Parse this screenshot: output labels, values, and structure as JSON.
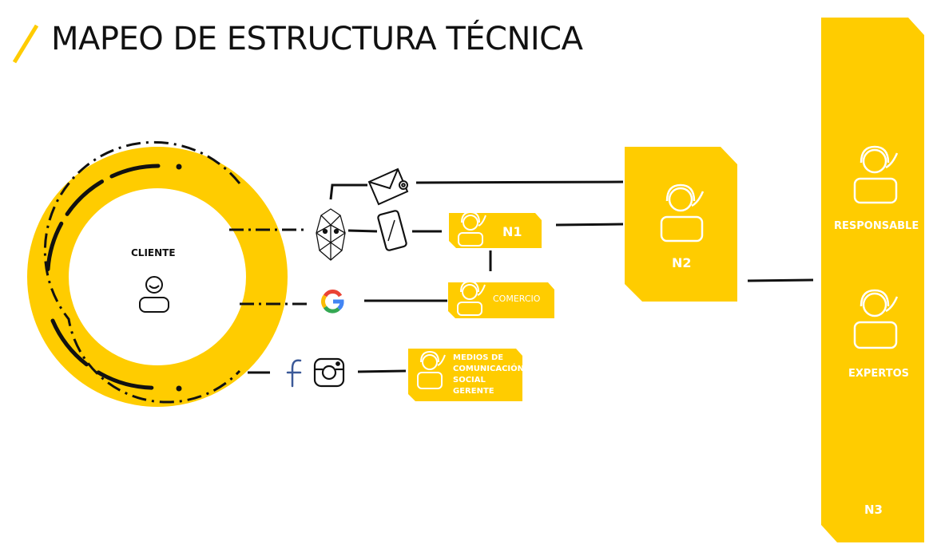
{
  "title": "MAPEO DE ESTRUCTURA TÉCNICA",
  "colors": {
    "accent": "#ffcc00",
    "line": "#111111",
    "label_light": "#ffffff"
  },
  "nodes": {
    "cliente": {
      "label": "CLIENTE",
      "icon": "person-icon"
    },
    "n1": {
      "label": "N1",
      "icon": "headset-agent-icon"
    },
    "comercio": {
      "label": "COMERCIO",
      "icon": "headset-agent-icon"
    },
    "medios": {
      "lines": [
        "MEDIOS DE",
        "COMUNICACIÓN",
        "SOCIAL",
        "GERENTE"
      ],
      "icon": "headset-agent-icon"
    },
    "n2": {
      "label": "N2",
      "icon": "headset-agent-icon"
    },
    "n3": {
      "label": "N3",
      "roles": [
        {
          "label": "RESPONSABLE",
          "icon": "headset-agent-icon"
        },
        {
          "label": "EXPERTOS",
          "icon": "headset-agent-icon"
        }
      ]
    }
  },
  "channels": [
    "email-icon",
    "chatbot-robot-icon",
    "smartphone-icon",
    "google-icon",
    "facebook-icon",
    "instagram-icon"
  ]
}
